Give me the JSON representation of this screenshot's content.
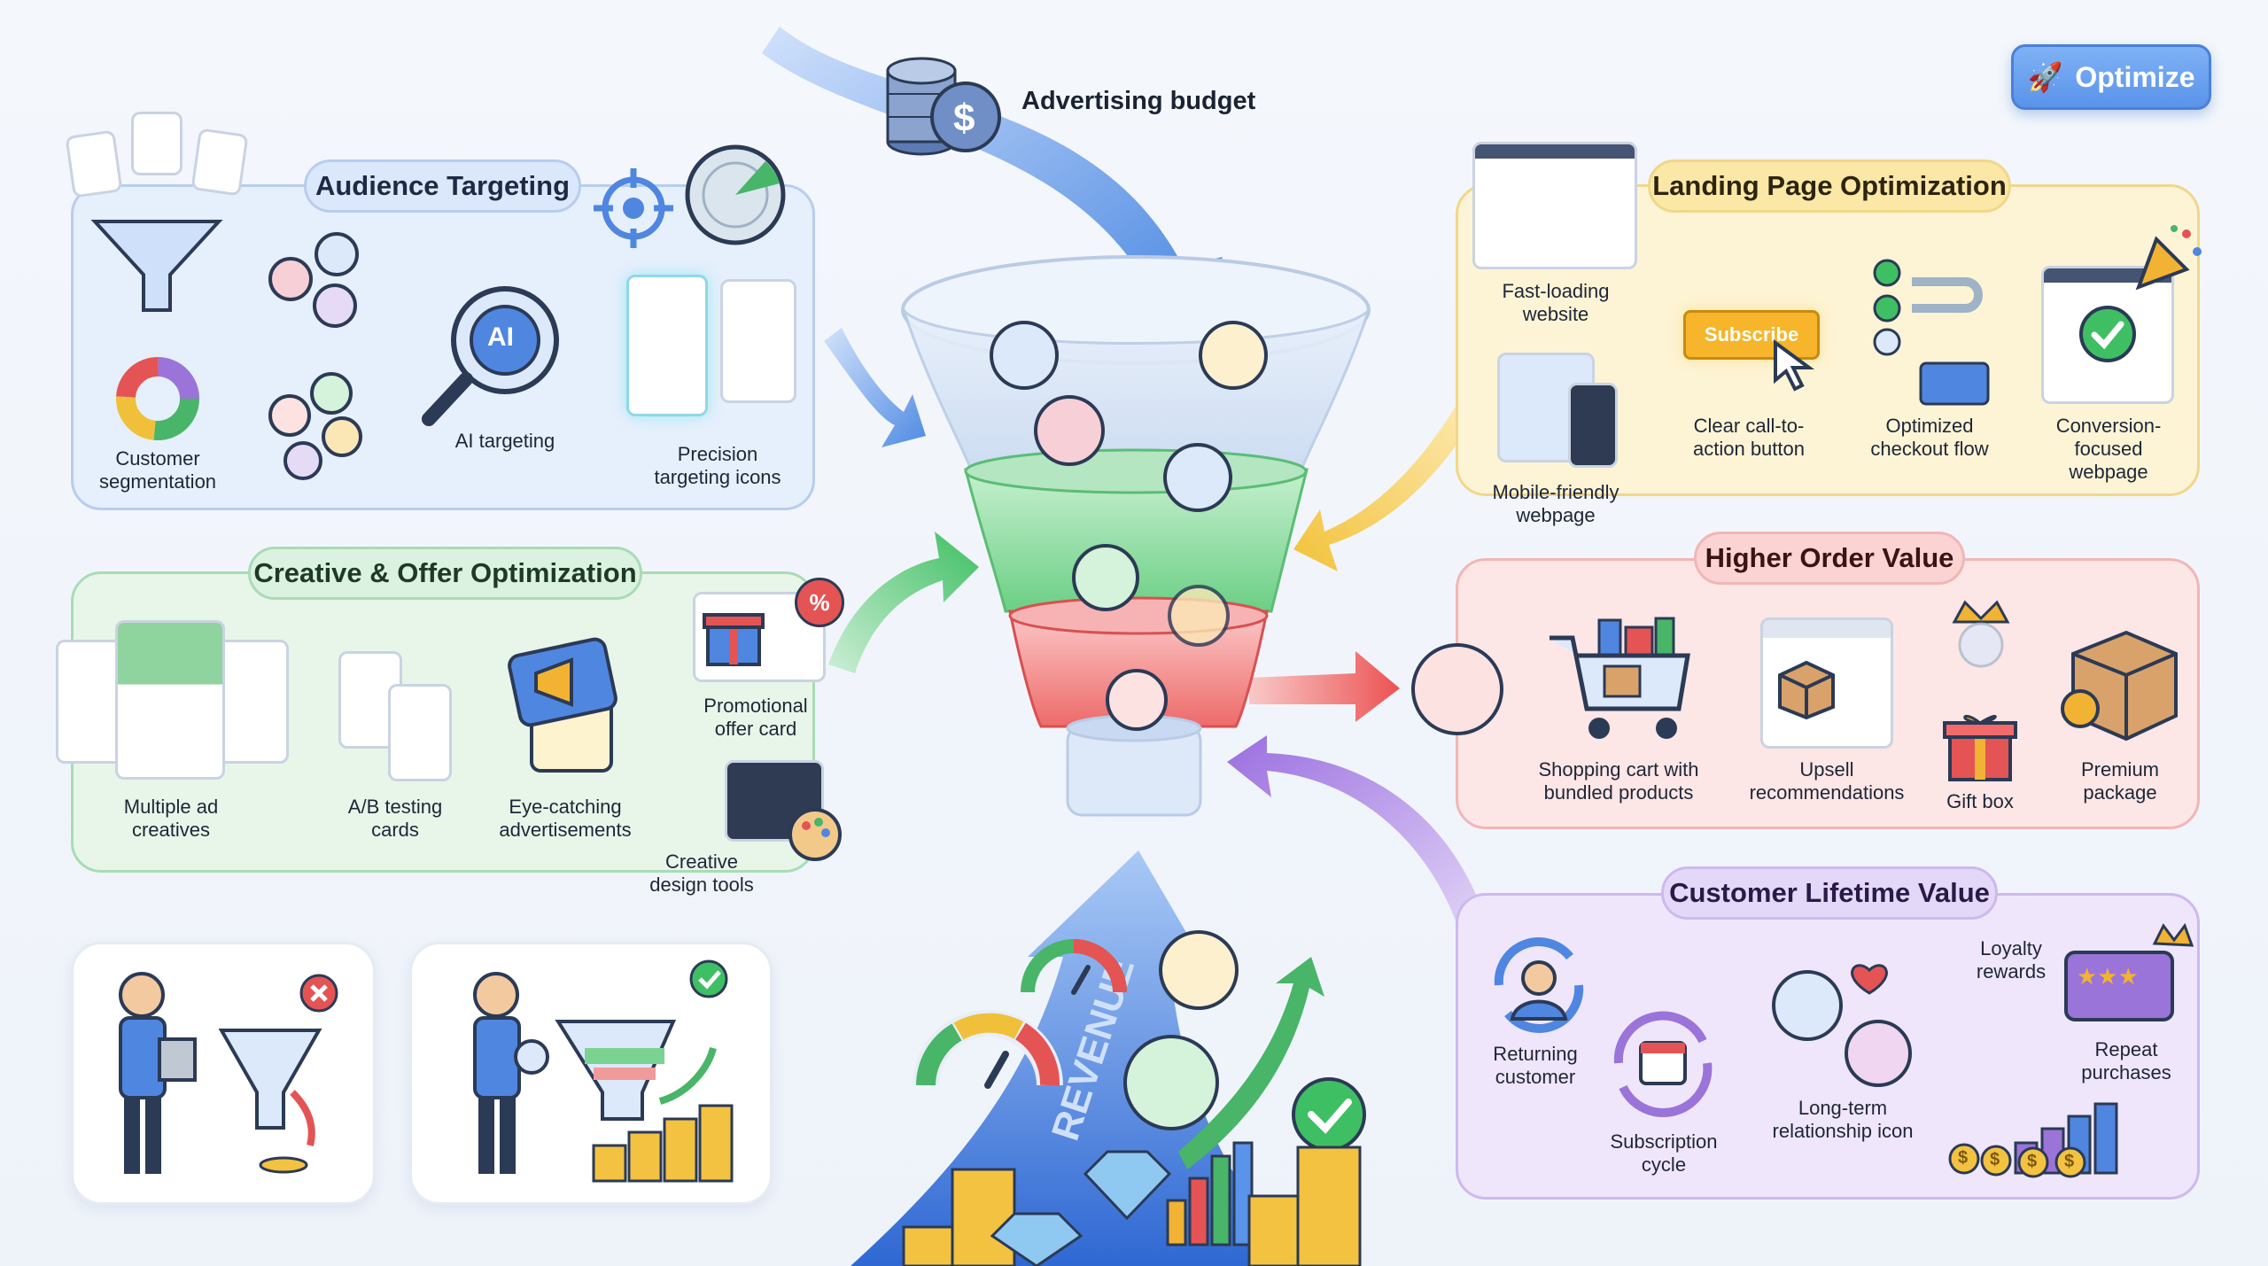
{
  "header": {
    "budget_label": "Advertising budget",
    "optimize_button": "Optimize",
    "optimize_icon": "rocket-icon"
  },
  "audience": {
    "title": "Audience Targeting",
    "labels": {
      "segmentation": "Customer\nsegmentation",
      "ai": "AI targeting",
      "precision": "Precision\ntargeting icons"
    },
    "ai_chip": "AI",
    "color": "#3f7fd6"
  },
  "creative": {
    "title": "Creative & Offer Optimization",
    "labels": {
      "multiple": "Multiple ad\ncreatives",
      "ab": "A/B testing\ncards",
      "eye": "Eye-catching\nadvertisements",
      "promo": "Promotional\noffer card",
      "tools": "Creative\ndesign tools"
    },
    "promo_badge": "%",
    "color": "#3fae5a"
  },
  "landing": {
    "title": "Landing Page Optimization",
    "labels": {
      "fast": "Fast-loading\nwebsite",
      "mobile": "Mobile-friendly\nwebpage",
      "cta": "Clear call-to-\naction button",
      "checkout": "Optimized\ncheckout flow",
      "conversion": "Conversion-focused\nwebpage"
    },
    "cta_button": "Subscribe",
    "color": "#e8b730"
  },
  "aov": {
    "title": "Higher Order Value",
    "labels": {
      "cart": "Shopping cart with\nbundled products",
      "upsell": "Upsell\nrecommendations",
      "gift": "Gift box",
      "premium": "Premium\npackage"
    },
    "color": "#e05555"
  },
  "clv": {
    "title": "Customer Lifetime Value",
    "labels": {
      "returning": "Returning\ncustomer",
      "subscription": "Subscription\ncycle",
      "relationship": "Long-term\nrelationship icon",
      "loyalty": "Loyalty\nrewards",
      "repeat": "Repeat\npurchases"
    },
    "coin_symbol": "$",
    "color": "#9a74d9"
  },
  "revenue": {
    "arrow_text": "REVENUE"
  },
  "budget_coin_symbol": "$"
}
